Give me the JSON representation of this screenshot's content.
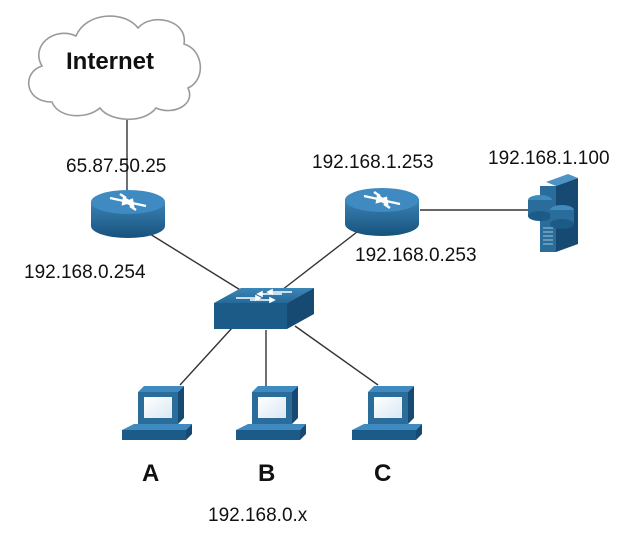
{
  "internet": {
    "label": "Internet"
  },
  "router_left": {
    "wan_ip": "65.87.50.25",
    "lan_ip": "192.168.0.254"
  },
  "router_right": {
    "upper_ip": "192.168.1.253",
    "lower_ip": "192.168.0.253"
  },
  "server": {
    "ip": "192.168.1.100"
  },
  "hosts": [
    {
      "label": "A"
    },
    {
      "label": "B"
    },
    {
      "label": "C"
    }
  ],
  "subnet": {
    "label": "192.168.0.x"
  },
  "colors": {
    "device_top": "#2a6d9b",
    "device_front": "#1c5a88",
    "device_dark": "#164a72",
    "line": "#333333",
    "cloud_stroke": "#9a9a9a"
  }
}
